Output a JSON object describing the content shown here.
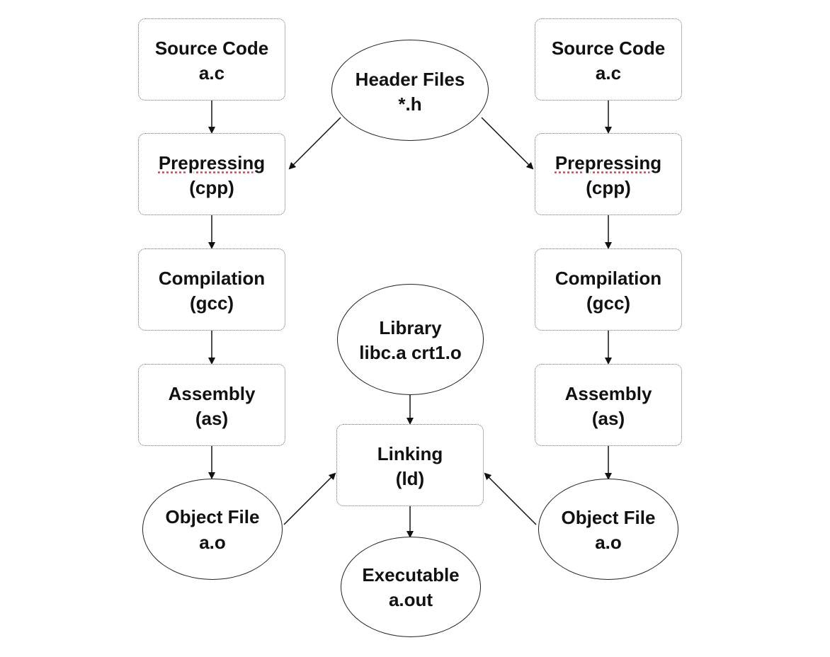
{
  "diagram": {
    "source_left": {
      "line1": "Source Code",
      "line2": "a.c"
    },
    "source_right": {
      "line1": "Source Code",
      "line2": "a.c"
    },
    "header_files": {
      "line1": "Header Files",
      "line2": "*.h"
    },
    "prepressing_left": {
      "line1": "Prepressing",
      "line2": "(cpp)"
    },
    "prepressing_right": {
      "line1": "Prepressing",
      "line2": "(cpp)"
    },
    "compilation_left": {
      "line1": "Compilation",
      "line2": "(gcc)"
    },
    "compilation_right": {
      "line1": "Compilation",
      "line2": "(gcc)"
    },
    "assembly_left": {
      "line1": "Assembly",
      "line2": "(as)"
    },
    "assembly_right": {
      "line1": "Assembly",
      "line2": "(as)"
    },
    "object_left": {
      "line1": "Object File",
      "line2": "a.o"
    },
    "object_right": {
      "line1": "Object File",
      "line2": "a.o"
    },
    "library": {
      "line1": "Library",
      "line2": "libc.a crt1.o"
    },
    "linking": {
      "line1": "Linking",
      "line2": "(ld)"
    },
    "executable": {
      "line1": "Executable",
      "line2": "a.out"
    }
  }
}
